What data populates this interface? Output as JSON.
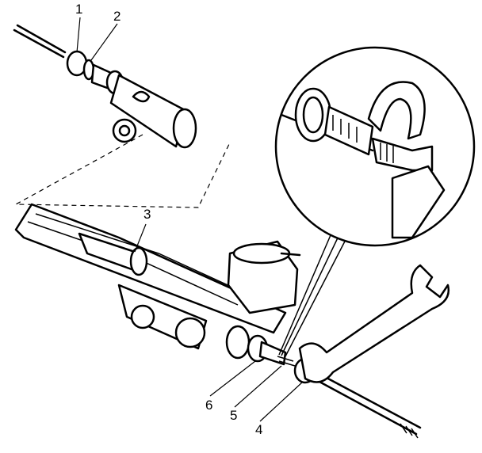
{
  "diagram": {
    "callouts": [
      {
        "number": "1"
      },
      {
        "number": "2"
      },
      {
        "number": "3"
      },
      {
        "number": "4"
      },
      {
        "number": "5"
      },
      {
        "number": "6"
      }
    ],
    "ink_color": "#000000",
    "background_color": "#ffffff"
  }
}
